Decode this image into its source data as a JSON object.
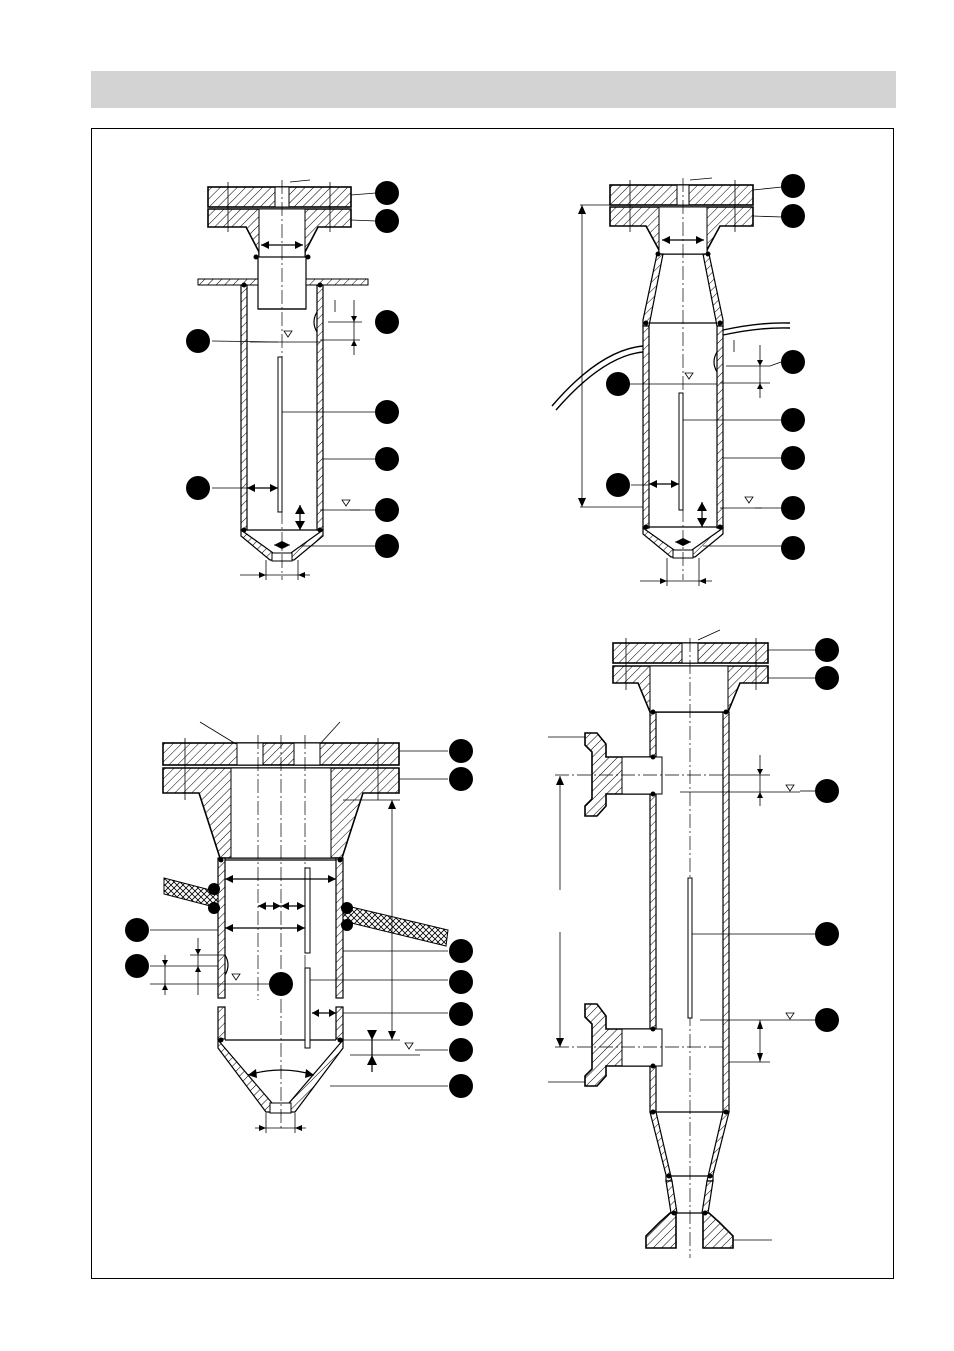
{
  "page": {
    "header_title": "",
    "frame_background": "#ffffff",
    "header_color": "#d3d3d3",
    "line_color": "#000000"
  },
  "figures": [
    {
      "id": "fig-a",
      "description": ""
    },
    {
      "id": "fig-b",
      "description": ""
    },
    {
      "id": "fig-c",
      "description": ""
    },
    {
      "id": "fig-d",
      "description": ""
    }
  ]
}
